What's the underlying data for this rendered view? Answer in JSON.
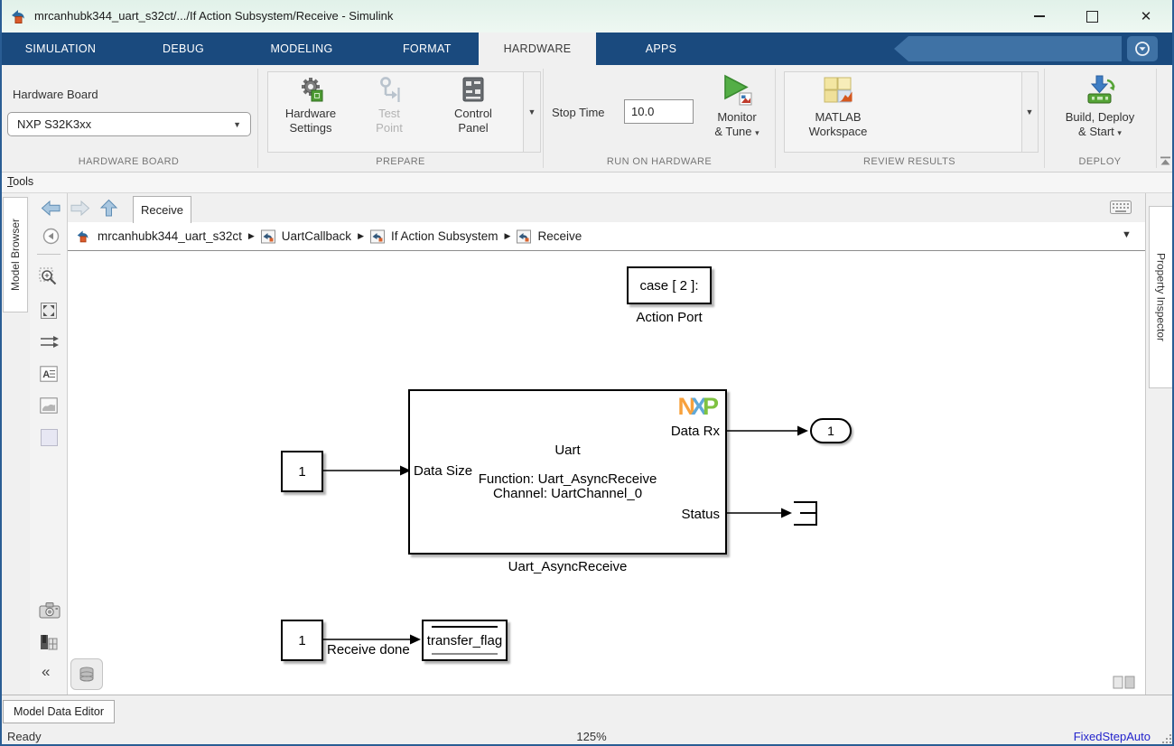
{
  "window": {
    "title": "mrcanhubk344_uart_s32ct/.../If Action Subsystem/Receive - Simulink"
  },
  "tabs": {
    "items": [
      {
        "label": "SIMULATION",
        "active": false
      },
      {
        "label": "DEBUG",
        "active": false
      },
      {
        "label": "MODELING",
        "active": false
      },
      {
        "label": "FORMAT",
        "active": false
      },
      {
        "label": "HARDWARE",
        "active": true
      },
      {
        "label": "APPS",
        "active": false
      }
    ]
  },
  "quick_access": {
    "icons": [
      "save",
      "undo",
      "redo",
      "search",
      "add-to-quick-access",
      "help",
      "hide-toolstrip"
    ]
  },
  "ribbon": {
    "hardware_board": {
      "group_label": "HARDWARE BOARD",
      "field_label": "Hardware Board",
      "selected_value": "NXP S32K3xx"
    },
    "prepare": {
      "group_label": "PREPARE",
      "hardware_settings_line1": "Hardware",
      "hardware_settings_line2": "Settings",
      "test_point_line1": "Test",
      "test_point_line2": "Point",
      "control_panel_line1": "Control",
      "control_panel_line2": "Panel"
    },
    "run_on_hardware": {
      "group_label": "RUN ON HARDWARE",
      "stop_time_label": "Stop Time",
      "stop_time_value": "10.0",
      "monitor_tune_line1": "Monitor",
      "monitor_tune_line2": "& Tune"
    },
    "review_results": {
      "group_label": "REVIEW RESULTS",
      "matlab_workspace_line1": "MATLAB",
      "matlab_workspace_line2": "Workspace"
    },
    "deploy": {
      "group_label": "DEPLOY",
      "build_deploy_line1": "Build, Deploy",
      "build_deploy_line2": "& Start"
    }
  },
  "menubar": {
    "tools_label": "Tools"
  },
  "nav": {
    "active_tab": "Receive"
  },
  "breadcrumb": {
    "items": [
      "mrcanhubk344_uart_s32ct",
      "UartCallback",
      "If Action Subsystem",
      "Receive"
    ]
  },
  "side_panels": {
    "left_tab": "Model Browser",
    "right_tab": "Property Inspector"
  },
  "canvas": {
    "action_port_block": {
      "text": "case [ 2 ]:",
      "label": "Action Port"
    },
    "uart_block": {
      "logo_n": "N",
      "logo_x": "X",
      "logo_p": "P",
      "port_out1": "Data Rx",
      "title": "Uart",
      "port_in": "Data Size",
      "function_line": "Function: Uart_AsyncReceive",
      "channel_line": "Channel: UartChannel_0",
      "port_out2": "Status",
      "label": "Uart_AsyncReceive"
    },
    "constant_top": {
      "text": "1"
    },
    "outport": {
      "text": "1"
    },
    "constant_bottom": {
      "text": "1"
    },
    "signal_label": "Receive done",
    "data_store_write": {
      "text": "transfer_flag"
    }
  },
  "footer": {
    "model_data_editor": "Model Data Editor",
    "status": "Ready",
    "zoom_level": "125%",
    "solver": "FixedStepAuto"
  },
  "colors": {
    "toolstrip_blue": "#1a4a7e",
    "titlebar_mint": "#e5f3ec",
    "active_tab_bg": "#f0f0f0",
    "nxp_orange": "#f8a13c",
    "nxp_blue": "#5fa8d8",
    "nxp_green": "#7fc241",
    "solver_link_blue": "#2323cc",
    "monitor_green": "#54ae46"
  }
}
